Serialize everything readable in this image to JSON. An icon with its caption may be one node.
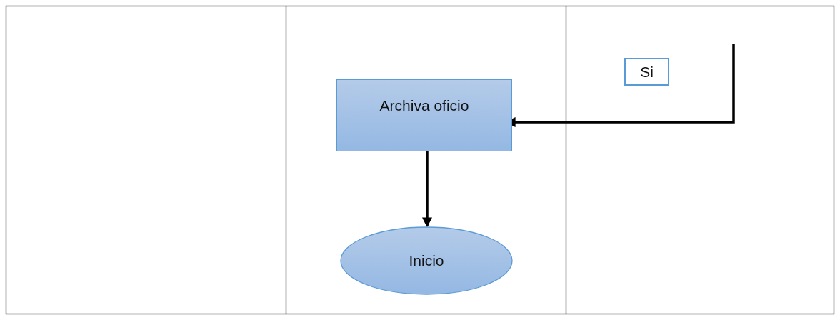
{
  "diagram": {
    "nodes": [
      {
        "text": [
          "Si"
        ]
      },
      {
        "text": [
          "Archiva oficio"
        ]
      },
      {
        "text": [
          "Inicio"
        ]
      }
    ],
    "edges": [
      {
        "from": null,
        "to": 1,
        "arrow": "to"
      },
      {
        "from": 1,
        "to": 2,
        "arrow": "to"
      }
    ]
  }
}
